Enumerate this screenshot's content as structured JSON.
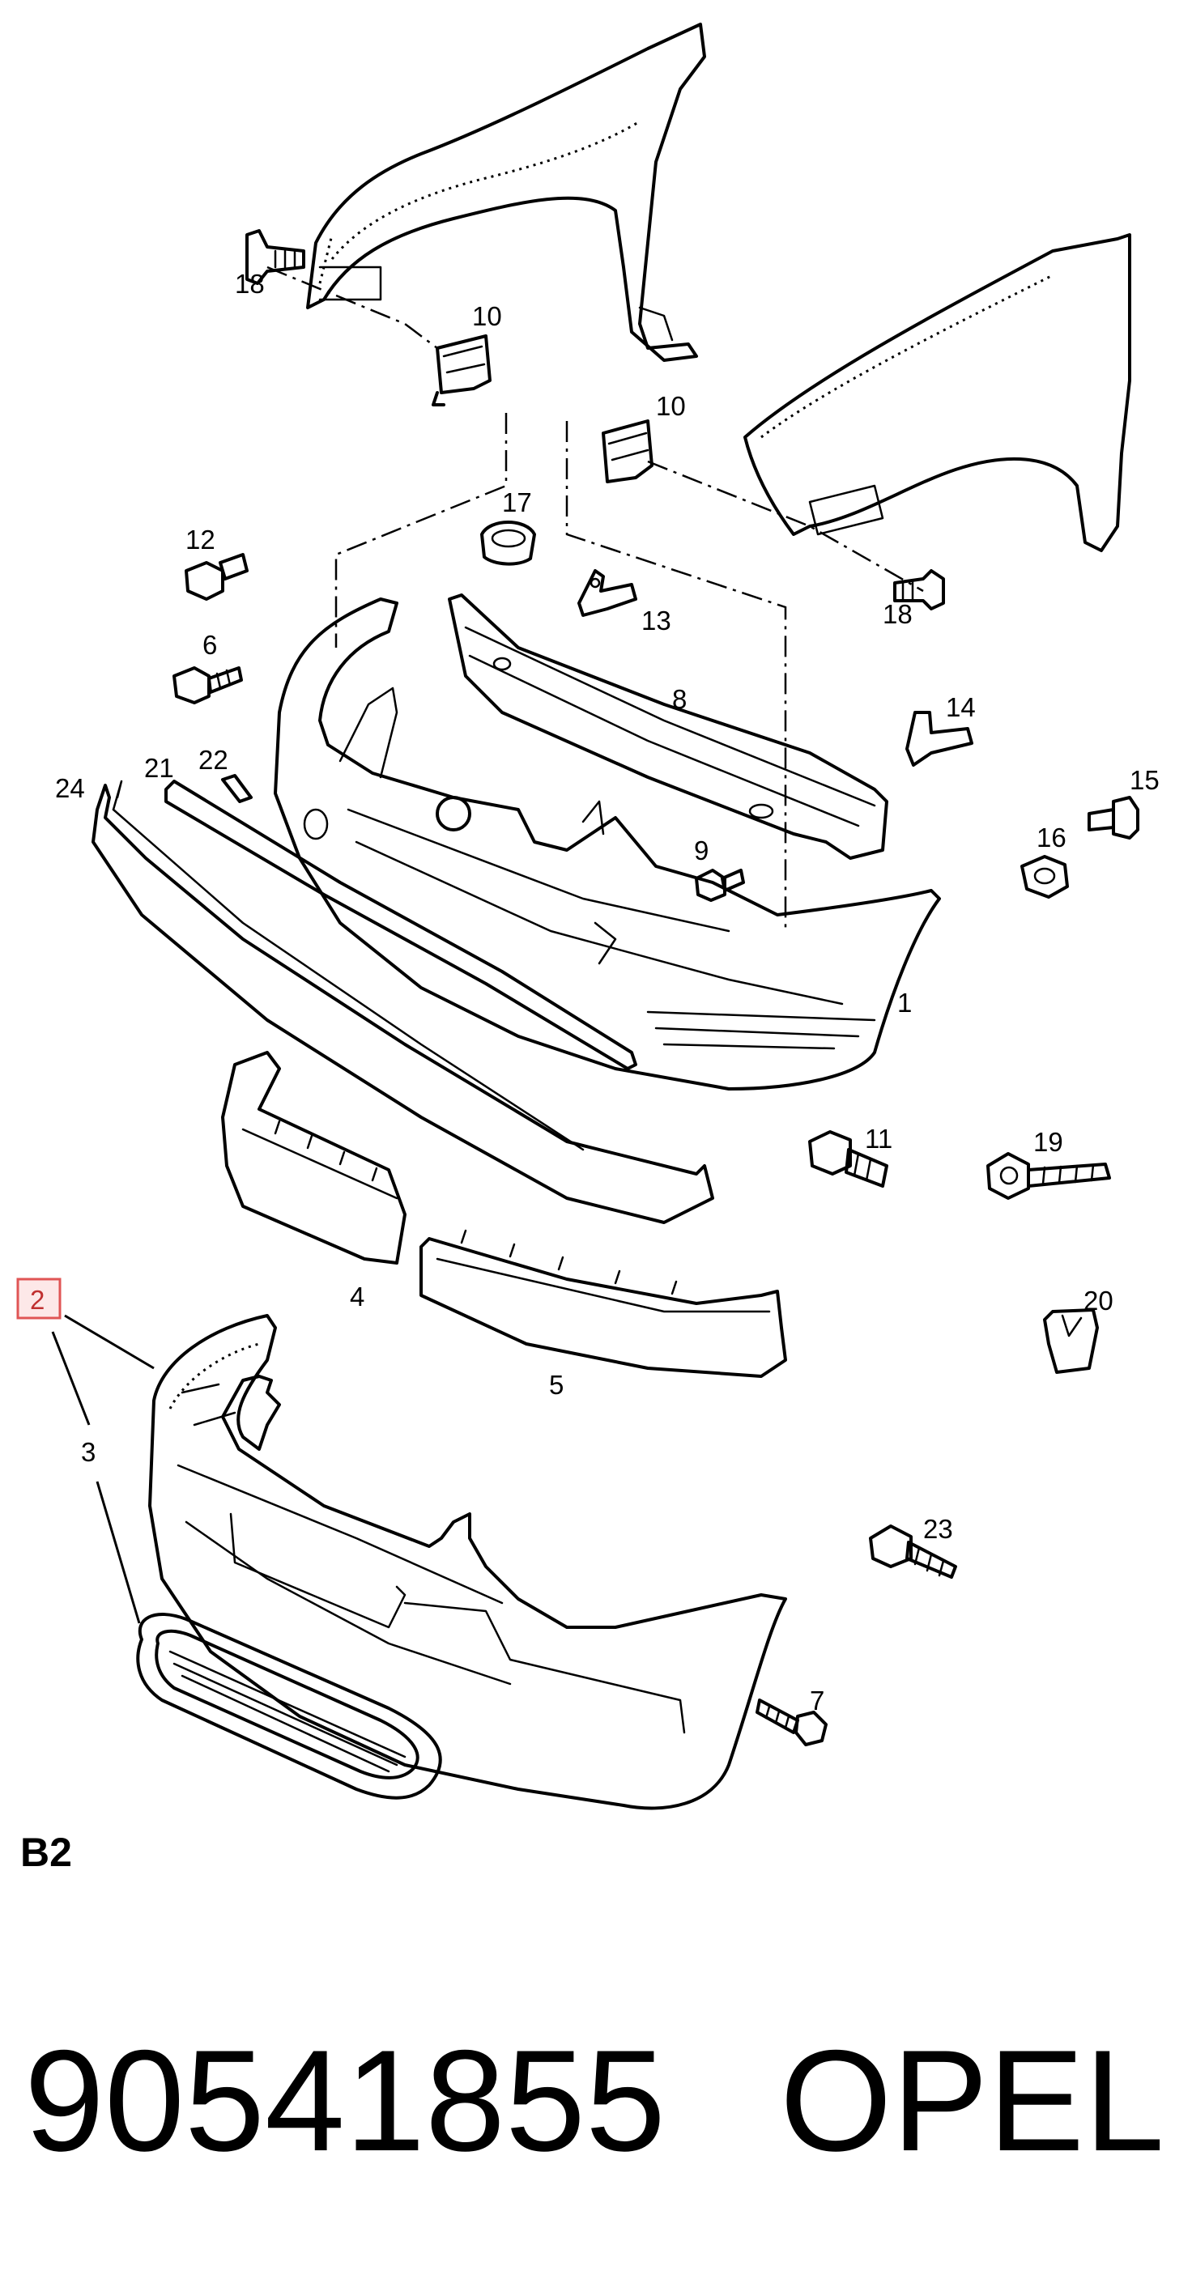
{
  "callouts": {
    "c18a": "18",
    "c10a": "10",
    "c10b": "10",
    "c17": "17",
    "c12": "12",
    "c13": "13",
    "c18b": "18",
    "c6": "6",
    "c8": "8",
    "c14": "14",
    "c15": "15",
    "c21": "21",
    "c22": "22",
    "c24": "24",
    "c9": "9",
    "c16": "16",
    "c1": "1",
    "c11": "11",
    "c19": "19",
    "c20": "20",
    "c4": "4",
    "c5": "5",
    "c2": "2",
    "c3": "3",
    "c23": "23",
    "c7": "7"
  },
  "section_label": "B2",
  "part_number": "90541855",
  "brand": "OPEL",
  "highlight_color": "#e05555"
}
